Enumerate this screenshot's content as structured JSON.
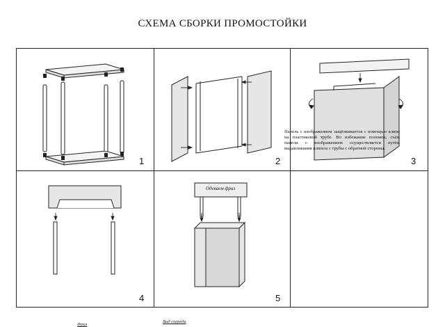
{
  "title": "СХЕМА СБОРКИ ПРОМОСТОЙКИ",
  "steps": [
    {
      "number": "1"
    },
    {
      "number": "2"
    },
    {
      "number": "3"
    },
    {
      "number": "4",
      "caption": "Фриз"
    },
    {
      "number": "5",
      "caption": "Вид спереди",
      "header_label": "Одеваем фриз"
    }
  ],
  "instruction": "Панель с изображением защёлкивается с помощью клипс на пластиковой трубе. Во избежание поломок, съём панели с изображением осуществляется путём выдавливания клипсы с трубы с обратной стороны.",
  "colors": {
    "line": "#222222",
    "panel_fill": "#e6e6e6",
    "dark_fill": "#d4d4d4",
    "tube": "#ffffff"
  }
}
